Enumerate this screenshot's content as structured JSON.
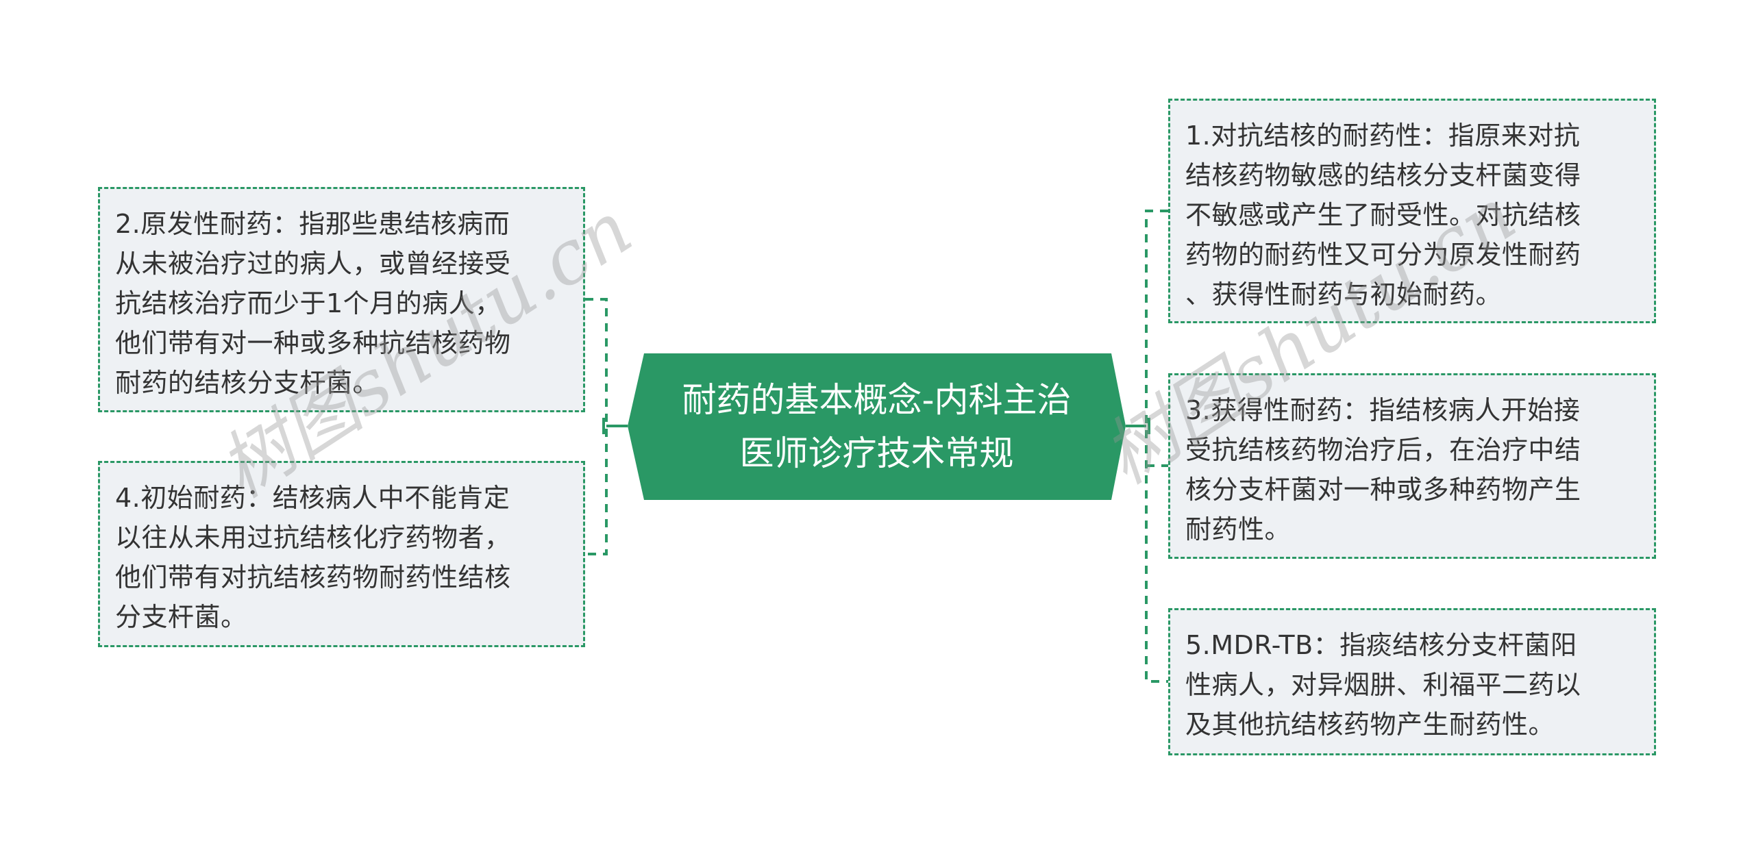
{
  "root": {
    "title_lines": [
      "耐药的基本概念-内科主治",
      "医师诊疗技术常规"
    ],
    "fill_color": "#2a9865",
    "text_color": "#ffffff"
  },
  "topics": {
    "left": [
      {
        "id": "2",
        "lines": [
          "2.原发性耐药：指那些患结核病而",
          "从未被治疗过的病人，或曾经接受",
          "抗结核治疗而少于1个月的病人，",
          "他们带有对一种或多种抗结核药物",
          "耐药的结核分支杆菌。"
        ]
      },
      {
        "id": "4",
        "lines": [
          "4.初始耐药：结核病人中不能肯定",
          "以往从未用过抗结核化疗药物者，",
          "他们带有对抗结核药物耐药性结核",
          "分支杆菌。"
        ]
      }
    ],
    "right": [
      {
        "id": "1",
        "lines": [
          "1.对抗结核的耐药性：指原来对抗",
          "结核药物敏感的结核分支杆菌变得",
          "不敏感或产生了耐受性。对抗结核",
          "药物的耐药性又可分为原发性耐药",
          "、获得性耐药与初始耐药。"
        ]
      },
      {
        "id": "3",
        "lines": [
          "3.获得性耐药：指结核病人开始接",
          "受抗结核药物治疗后，在治疗中结",
          "核分支杆菌对一种或多种药物产生",
          "耐药性。"
        ]
      },
      {
        "id": "5",
        "lines": [
          "5.MDR-TB：指痰结核分支杆菌阳",
          "性病人，对异烟肼、利福平二药以",
          "及其他抗结核药物产生耐药性。"
        ]
      }
    ]
  },
  "style": {
    "topic_bg": "#eef1f4",
    "topic_border": "#2a9865",
    "topic_text": "#333333",
    "connector_color": "#2a9865"
  },
  "watermark": {
    "text": "树图shutu.cn"
  }
}
